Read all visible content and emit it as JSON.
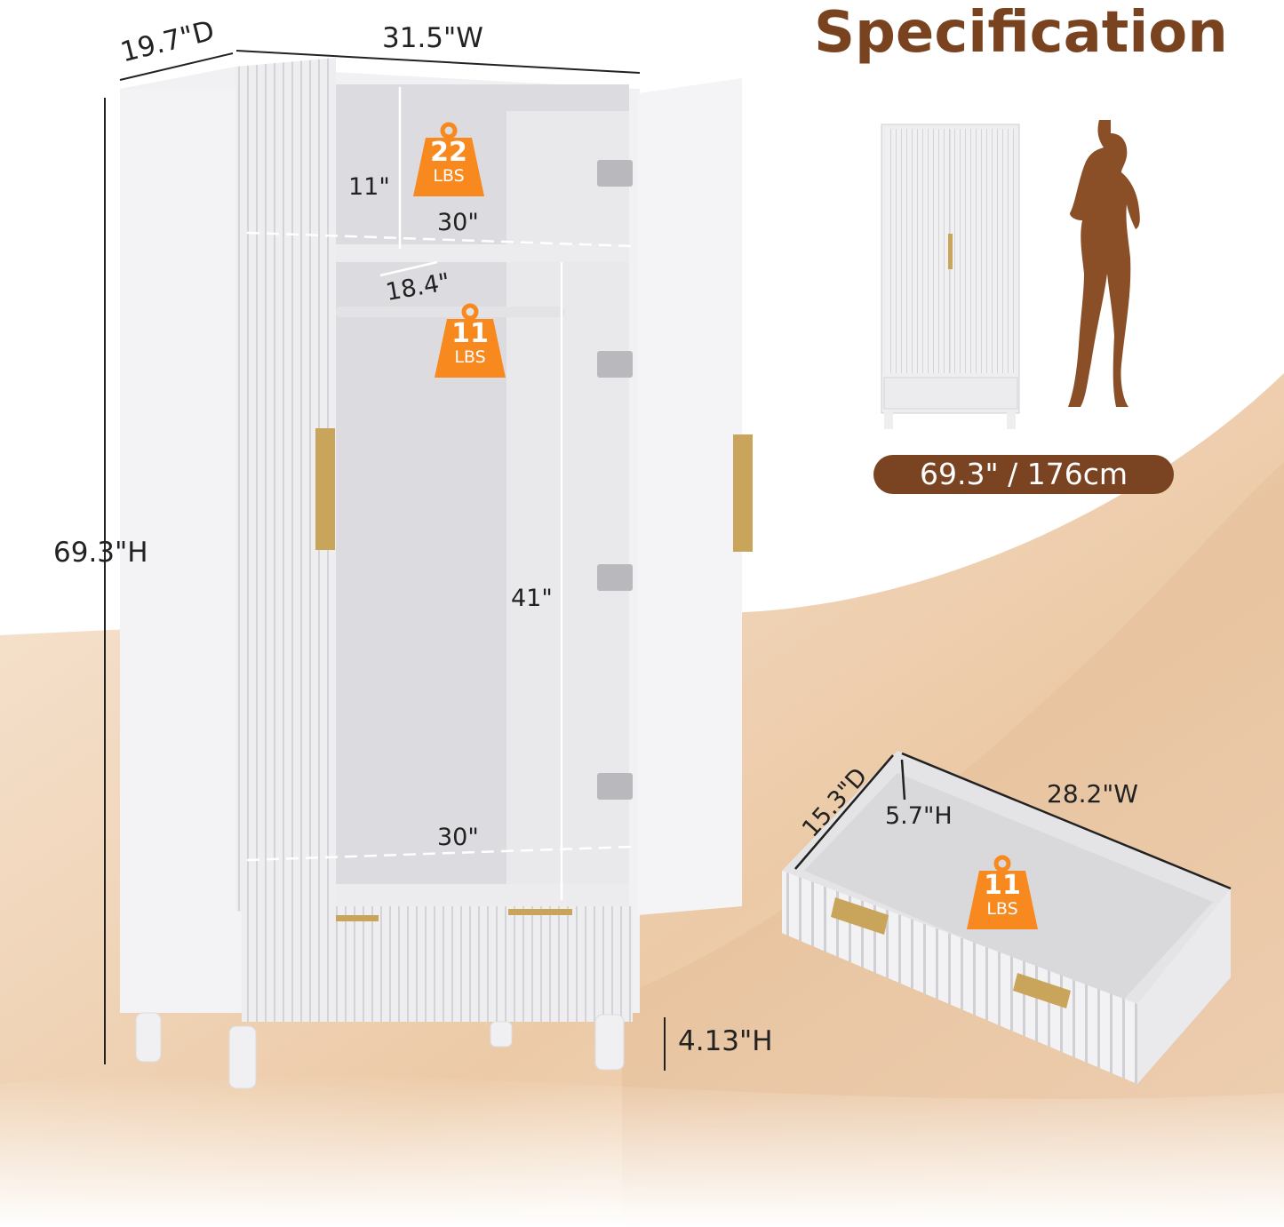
{
  "title": "Specification",
  "dimensions": {
    "depth": "19.7\"D",
    "width": "31.5\"W",
    "height": "69.3\"H",
    "top_shelf_height": "11\"",
    "top_shelf_width": "30\"",
    "shelf_depth": "18.4\"",
    "hanging_height": "41\"",
    "bottom_width": "30\"",
    "leg_height": "4.13\"H"
  },
  "drawer": {
    "depth": "15.3\"D",
    "height": "5.7\"H",
    "width": "28.2\"W"
  },
  "weights": {
    "top_shelf": {
      "value": "22",
      "unit": "LBS"
    },
    "hanging_rod": {
      "value": "11",
      "unit": "LBS"
    },
    "drawer": {
      "value": "11",
      "unit": "LBS"
    }
  },
  "height_comparison": "69.3\" / 176cm",
  "colors": {
    "brand_brown": "#7a4320",
    "badge_orange": "#f7891f",
    "background_tan": "#e9c8a6"
  }
}
